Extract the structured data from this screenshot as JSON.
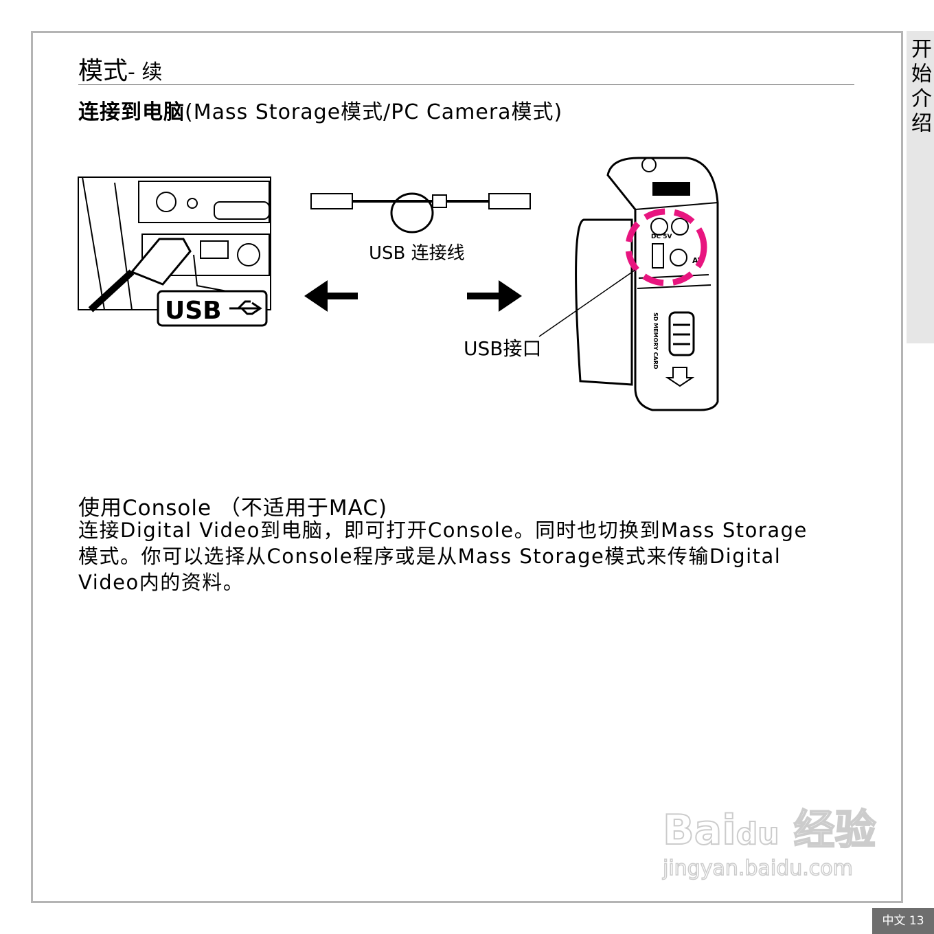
{
  "side_tab": {
    "label": "开始介绍"
  },
  "header": {
    "title": "模式",
    "title_suffix": "- 续"
  },
  "section1": {
    "title_bold": "连接到电脑",
    "title_rest": "(Mass Storage模式/PC Camera模式)"
  },
  "figure": {
    "usb_badge": "USB",
    "cable_label": "USB 连接线",
    "port_label": "USB接口",
    "camera_labels": [
      "DC 5V",
      "AV",
      "SD MEMORY CARD"
    ],
    "highlight_color": "#e8157f"
  },
  "section2": {
    "title": "使用Console （不适用于MAC)",
    "paragraph_lines": [
      "连接Digital Video到电脑，即可打开Console。同时也切换到Mass Storage",
      "模式。你可以选择从Console程序或是从Mass Storage模式来传输Digital",
      "Video内的资料。"
    ]
  },
  "footer": {
    "page": "中文 13"
  },
  "watermark": {
    "logo": "Bai du 经验",
    "url": "jingyan.baidu.com"
  }
}
